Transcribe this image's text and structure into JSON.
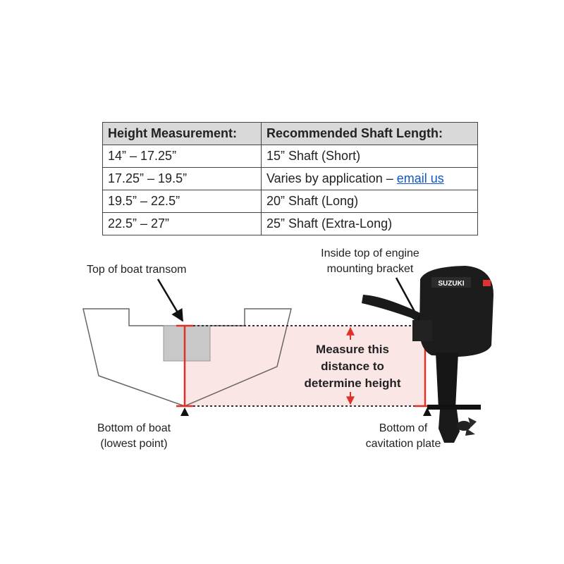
{
  "table": {
    "headers": [
      "Height Measurement:",
      "Recommended Shaft Length:"
    ],
    "rows": [
      {
        "height": "14” – 17.25”",
        "shaft": "15” Shaft (Short)"
      },
      {
        "height": "17.25” – 19.5”",
        "shaft": "Varies by application – ",
        "link": "email us"
      },
      {
        "height": "19.5” – 22.5”",
        "shaft": "20” Shaft (Long)"
      },
      {
        "height": "22.5” – 27”",
        "shaft": "25” Shaft (Extra-Long)"
      }
    ]
  },
  "labels": {
    "top_transom": "Top of boat transom",
    "bracket_line1": "Inside top of engine",
    "bracket_line2": "mounting bracket",
    "measure_line1": "Measure this",
    "measure_line2": "distance to",
    "measure_line3": "determine height",
    "bottom_boat_line1": "Bottom of boat",
    "bottom_boat_line2": "(lowest point)",
    "cav_line1": "Bottom of",
    "cav_line2": "cavitation plate"
  },
  "engine": {
    "brand": "SUZUKI"
  },
  "colors": {
    "measure_red": "#e0302a",
    "shade_pink": "#fbe6e6",
    "header_gray": "#d9d9d9",
    "link_blue": "#1155cc"
  }
}
